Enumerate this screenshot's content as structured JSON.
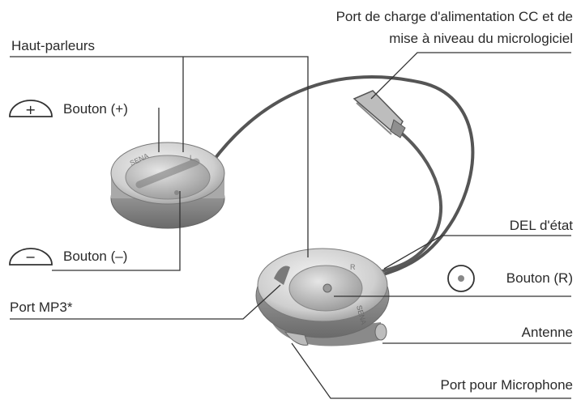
{
  "labels": {
    "charge_port_line1": "Port de charge d'alimentation CC et de",
    "charge_port_line2": "mise à niveau du micrologiciel",
    "speakers": "Haut-parleurs",
    "button_plus": "Bouton (+)",
    "button_minus": "Bouton (–)",
    "mp3_port": "Port MP3*",
    "status_led": "DEL d'état",
    "button_r": "Bouton (R)",
    "antenna": "Antenne",
    "microphone_port": "Port pour Microphone"
  },
  "device_text": {
    "brand_speaker": "SENA",
    "brand_main": "SENA",
    "speaker_side": "L",
    "main_side": "R"
  },
  "icons": {
    "plus_icon": "+",
    "minus_icon": "−"
  },
  "colors": {
    "line": "#333333",
    "device_light": "#d9d9d9",
    "device_mid": "#a8a8a8",
    "device_dark": "#6e6e6e",
    "cable": "#555555"
  }
}
